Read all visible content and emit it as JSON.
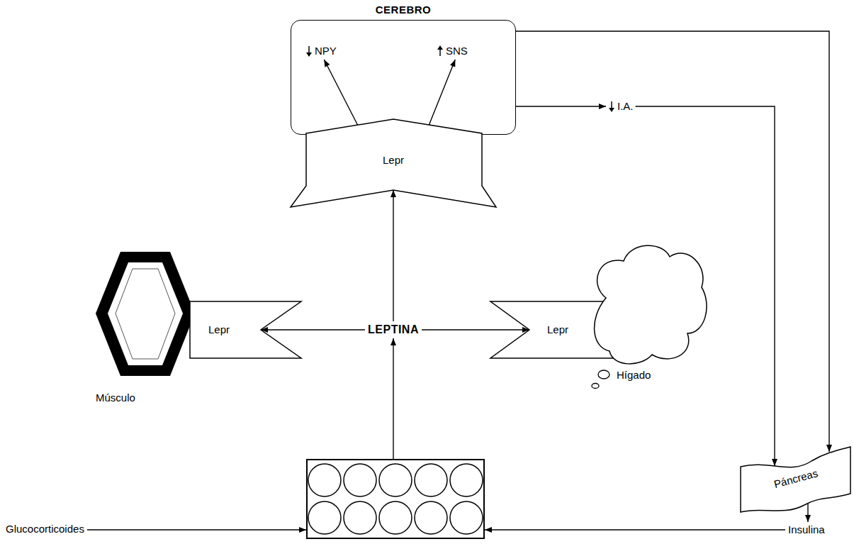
{
  "diagram": {
    "nodes": [
      {
        "text": [
          "CEREBRO"
        ]
      },
      {
        "text": [
          "NPY"
        ],
        "in": 0
      },
      {
        "text": [
          "SNS"
        ],
        "in": 0
      },
      {
        "text": [
          "I.A."
        ]
      },
      {
        "text": [
          "Lepr"
        ]
      },
      {
        "text": [
          "Músculo"
        ]
      },
      {
        "text": [
          "Lepr"
        ]
      },
      {
        "text": [
          "LEPTINA"
        ]
      },
      {
        "text": [
          "Lepr"
        ]
      },
      {
        "text": [
          "Hígado"
        ]
      },
      {
        "text": [
          "Páncreas"
        ]
      },
      {
        "text": []
      },
      {
        "text": [
          "Glucocorticoides"
        ]
      },
      {
        "text": [
          "Insulina"
        ]
      }
    ],
    "edges": [
      {
        "from": 4,
        "to": 1,
        "arrow": "to"
      },
      {
        "from": 4,
        "to": 2,
        "arrow": "to"
      },
      {
        "from": 0,
        "to": 3,
        "arrow": "to"
      },
      {
        "from": 0,
        "to": 10,
        "arrow": "to"
      },
      {
        "from": 3,
        "to": 10,
        "arrow": "to"
      },
      {
        "from": 7,
        "to": 4,
        "arrow": "to"
      },
      {
        "from": 7,
        "to": 6,
        "arrow": "to"
      },
      {
        "from": 7,
        "to": 8,
        "arrow": "to"
      },
      {
        "from": 11,
        "to": 7,
        "arrow": "to"
      },
      {
        "from": 12,
        "to": 11,
        "arrow": "to"
      },
      {
        "from": 10,
        "to": 13,
        "arrow": "to"
      },
      {
        "from": 13,
        "to": 11,
        "arrow": "to"
      }
    ]
  }
}
